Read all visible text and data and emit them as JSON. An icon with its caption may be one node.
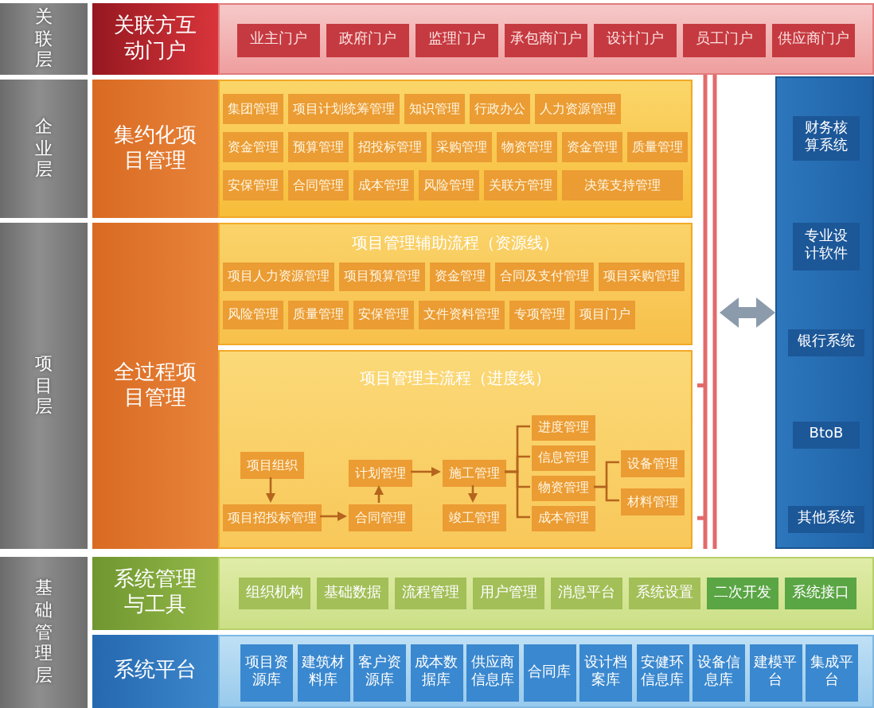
{
  "diagram": {
    "nodes": [
      {
        "text": [
          "关联层"
        ]
      },
      {
        "text": [
          "关联方互动门户"
        ]
      },
      {
        "text": [],
        "shape": "box"
      },
      {
        "text": [
          "业主门户"
        ],
        "in": 2
      },
      {
        "text": [
          "政府门户"
        ],
        "in": 2
      },
      {
        "text": [
          "监理门户"
        ],
        "in": 2
      },
      {
        "text": [
          "承包商门户"
        ],
        "in": 2
      },
      {
        "text": [
          "设计门户"
        ],
        "in": 2
      },
      {
        "text": [
          "员工门户"
        ],
        "in": 2
      },
      {
        "text": [
          "供应商门户"
        ],
        "in": 2
      },
      {
        "text": [
          "企业层"
        ]
      },
      {
        "text": [
          "集约化项目管理"
        ]
      },
      {
        "text": [],
        "shape": "box"
      },
      {
        "text": [
          "集团管理"
        ],
        "in": 12
      },
      {
        "text": [
          "项目计划统筹管理"
        ],
        "in": 12
      },
      {
        "text": [
          "知识管理"
        ],
        "in": 12
      },
      {
        "text": [
          "行政办公"
        ],
        "in": 12
      },
      {
        "text": [
          "人力资源管理"
        ],
        "in": 12
      },
      {
        "text": [
          "资金管理"
        ],
        "in": 12
      },
      {
        "text": [
          "预算管理"
        ],
        "in": 12
      },
      {
        "text": [
          "招投标管理"
        ],
        "in": 12
      },
      {
        "text": [
          "采购管理"
        ],
        "in": 12
      },
      {
        "text": [
          "物资管理"
        ],
        "in": 12
      },
      {
        "text": [
          "资金管理"
        ],
        "in": 12
      },
      {
        "text": [
          "质量管理"
        ],
        "in": 12
      },
      {
        "text": [
          "安保管理"
        ],
        "in": 12
      },
      {
        "text": [
          "合同管理"
        ],
        "in": 12
      },
      {
        "text": [
          "成本管理"
        ],
        "in": 12
      },
      {
        "text": [
          "风险管理"
        ],
        "in": 12
      },
      {
        "text": [
          "关联方管理"
        ],
        "in": 12
      },
      {
        "text": [
          "决策支持管理"
        ],
        "in": 12
      },
      {
        "text": [
          "项目层"
        ]
      },
      {
        "text": [
          "全过程项目管理"
        ]
      },
      {
        "text": [
          "项目管理辅助流程（资源线）"
        ]
      },
      {
        "text": [
          "项目人力资源管理"
        ],
        "in": 33
      },
      {
        "text": [
          "项目预算管理"
        ],
        "in": 33
      },
      {
        "text": [
          "资金管理"
        ],
        "in": 33
      },
      {
        "text": [
          "合同及支付管理"
        ],
        "in": 33
      },
      {
        "text": [
          "项目采购管理"
        ],
        "in": 33
      },
      {
        "text": [
          "风险管理"
        ],
        "in": 33
      },
      {
        "text": [
          "质量管理"
        ],
        "in": 33
      },
      {
        "text": [
          "安保管理"
        ],
        "in": 33
      },
      {
        "text": [
          "文件资料管理"
        ],
        "in": 33
      },
      {
        "text": [
          "专项管理"
        ],
        "in": 33
      },
      {
        "text": [
          "项目门户"
        ],
        "in": 33
      },
      {
        "text": [
          "项目管理主流程（进度线）"
        ]
      },
      {
        "text": [
          "项目组织"
        ],
        "in": 45
      },
      {
        "text": [
          "项目招投标管理"
        ],
        "in": 45
      },
      {
        "text": [
          "合同管理"
        ],
        "in": 45
      },
      {
        "text": [
          "计划管理"
        ],
        "in": 45
      },
      {
        "text": [
          "施工管理"
        ],
        "in": 45
      },
      {
        "text": [
          "竣工管理"
        ],
        "in": 45
      },
      {
        "text": [
          "进度管理"
        ],
        "in": 45
      },
      {
        "text": [
          "信息管理"
        ],
        "in": 45
      },
      {
        "text": [
          "物资管理"
        ],
        "in": 45
      },
      {
        "text": [
          "成本管理"
        ],
        "in": 45
      },
      {
        "text": [
          "设备管理"
        ],
        "in": 45
      },
      {
        "text": [
          "材料管理"
        ],
        "in": 45
      },
      {
        "text": [],
        "shape": "bar"
      },
      {
        "text": [],
        "shape": "box"
      },
      {
        "text": [
          "财务核算系统"
        ],
        "in": 59
      },
      {
        "text": [
          "专业设计软件"
        ],
        "in": 59
      },
      {
        "text": [
          "银行系统"
        ],
        "in": 59
      },
      {
        "text": [
          "BtoB"
        ],
        "in": 59
      },
      {
        "text": [
          "其他系统"
        ],
        "in": 59
      },
      {
        "text": [
          "基础管理层"
        ]
      },
      {
        "text": [
          "系统管理与工具"
        ]
      },
      {
        "text": [],
        "shape": "box"
      },
      {
        "text": [
          "组织机构"
        ],
        "in": 67
      },
      {
        "text": [
          "基础数据"
        ],
        "in": 67
      },
      {
        "text": [
          "流程管理"
        ],
        "in": 67
      },
      {
        "text": [
          "用户管理"
        ],
        "in": 67
      },
      {
        "text": [
          "消息平台"
        ],
        "in": 67
      },
      {
        "text": [
          "系统设置"
        ],
        "in": 67
      },
      {
        "text": [
          "二次开发"
        ],
        "in": 67
      },
      {
        "text": [
          "系统接口"
        ],
        "in": 67
      },
      {
        "text": [
          "系统平台"
        ]
      },
      {
        "text": [],
        "shape": "box"
      },
      {
        "text": [
          "项目资源库"
        ],
        "in": 77
      },
      {
        "text": [
          "建筑材料库"
        ],
        "in": 77
      },
      {
        "text": [
          "客户资源库"
        ],
        "in": 77
      },
      {
        "text": [
          "成本数据库"
        ],
        "in": 77
      },
      {
        "text": [
          "供应商信息库"
        ],
        "in": 77
      },
      {
        "text": [
          "合同库"
        ],
        "in": 77
      },
      {
        "text": [
          "设计档案库"
        ],
        "in": 77
      },
      {
        "text": [
          "安健环信息库"
        ],
        "in": 77
      },
      {
        "text": [
          "设备信息库"
        ],
        "in": 77
      },
      {
        "text": [
          "建模平台"
        ],
        "in": 77
      },
      {
        "text": [
          "集成平台"
        ],
        "in": 77
      }
    ],
    "edges": [
      {
        "from": 46,
        "to": 47,
        "arrow": "to"
      },
      {
        "from": 47,
        "to": 48,
        "arrow": "to"
      },
      {
        "from": 48,
        "to": 49,
        "arrow": "to"
      },
      {
        "from": 49,
        "to": 50,
        "arrow": "to"
      },
      {
        "from": 50,
        "to": 51,
        "arrow": "to"
      },
      {
        "from": 50,
        "to": 52,
        "arrow": "none"
      },
      {
        "from": 50,
        "to": 53,
        "arrow": "none"
      },
      {
        "from": 50,
        "to": 54,
        "arrow": "none"
      },
      {
        "from": 50,
        "to": 55,
        "arrow": "none"
      },
      {
        "from": 54,
        "to": 56,
        "arrow": "none"
      },
      {
        "from": 54,
        "to": 57,
        "arrow": "none"
      },
      {
        "from": 58,
        "to": 59,
        "arrow": "both",
        "style": "thick",
        "color": "#8c9bab"
      }
    ]
  }
}
